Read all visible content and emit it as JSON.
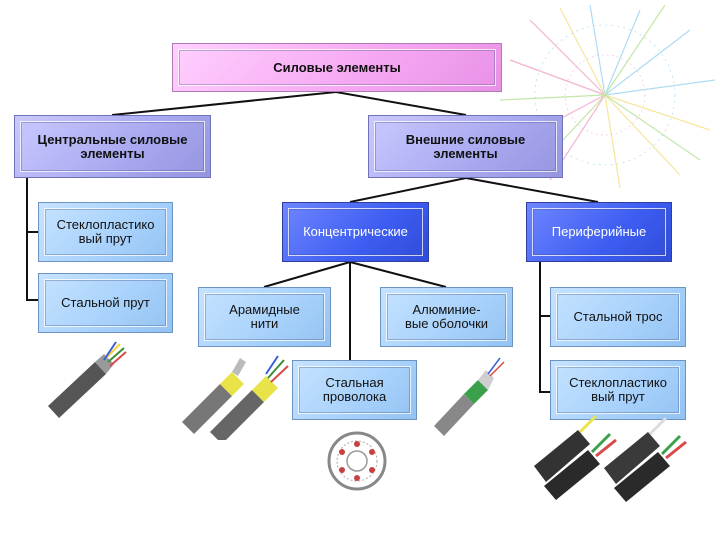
{
  "diagram": {
    "root": "Силовые элементы",
    "central": "Центральные силовые\nэлементы",
    "external": "Внешние силовые\nэлементы",
    "concentric": "Концентрические",
    "peripheral": "Периферийные",
    "glass_rod_1": "Стеклопластико\nвый прут",
    "steel_rod": "Стальной прут",
    "aramid": "Арамидные\nнити",
    "aluminum": "Алюминиe-\nвые оболочки",
    "steel_wire": "Стальная\nпроволока",
    "steel_cable": "Стальной трос",
    "glass_rod_2": "Стеклопластико\nвый прут"
  },
  "colors": {
    "pink": "#f5a6f2",
    "lavender": "#a8a8f0",
    "blue": "#3d5df2",
    "light_blue": "#a7d1fb",
    "connector": "#111111"
  },
  "icons": [
    "firework-decoration",
    "cable-steel-rod",
    "cable-aramid",
    "cable-aluminum",
    "steel-wire-cross-section",
    "cable-glass-rod",
    "cable-steel-cable"
  ]
}
